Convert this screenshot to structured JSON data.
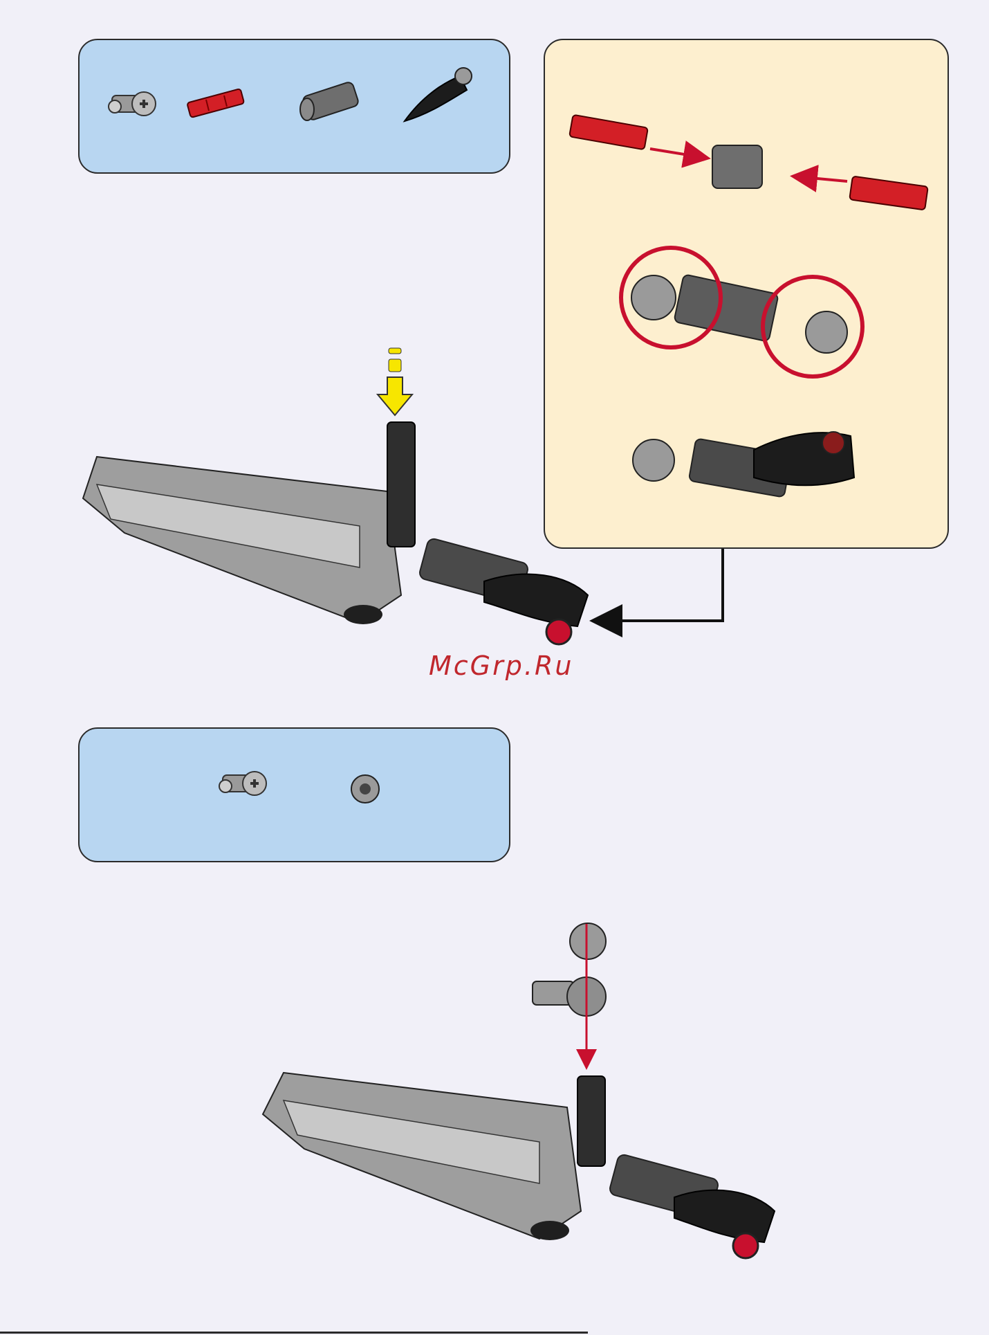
{
  "watermark": {
    "text": "McGrp.Ru"
  },
  "colors": {
    "parts_panel": "#b8d6f1",
    "subassembly_panel": "#fdefcf",
    "highlight_circle": "#c8102e",
    "arrow_yellow": "#f7e600"
  },
  "step1": {
    "parts_list": [
      {
        "icon": "axle-pin-connector-icon",
        "color": "light-gray"
      },
      {
        "icon": "red-axle-icon",
        "color": "red"
      },
      {
        "icon": "gray-axle-connector-icon",
        "color": "dark-gray"
      },
      {
        "icon": "black-curved-panel-icon",
        "color": "black"
      }
    ],
    "subassembly": [
      "join-axles-into-connector",
      "attach-pin-connectors",
      "attach-curved-panel"
    ]
  },
  "step2": {
    "parts_list": [
      {
        "icon": "axle-pin-connector-icon",
        "color": "light-gray"
      },
      {
        "icon": "bush-icon",
        "color": "light-gray"
      }
    ]
  }
}
